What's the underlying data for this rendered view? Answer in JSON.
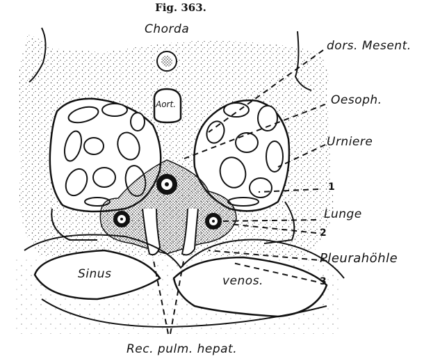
{
  "figure": {
    "title": "Fig. 363.",
    "labels": {
      "chorda": "Chorda",
      "aorta": "Aort.",
      "dors_mesent": "dors. Mesent.",
      "oesoph": "Oesoph.",
      "urniere": "Urniere",
      "one": "1",
      "lunge": "Lunge",
      "two": "2",
      "pleurahoehle": "Pleurahöhle",
      "three": "3",
      "sinus": "Sinus",
      "venos": "venos.",
      "rec_pulm_hepat": "Rec. pulm. hepat."
    }
  }
}
